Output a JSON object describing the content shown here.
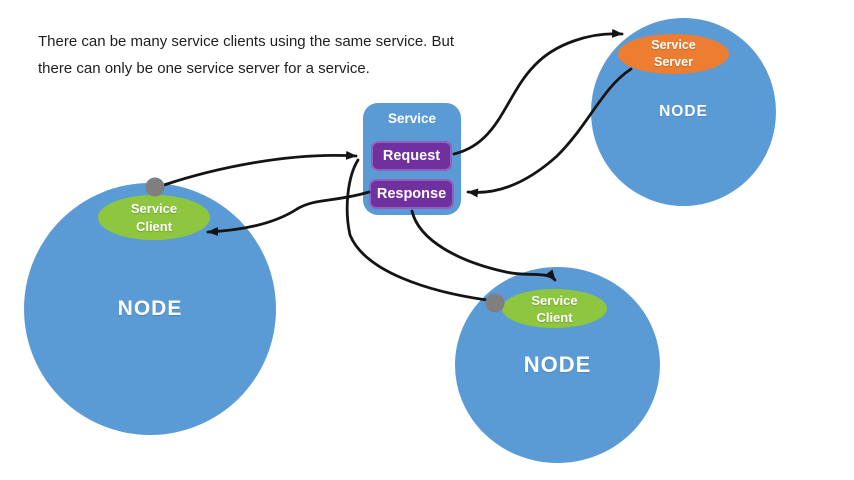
{
  "caption": {
    "line1": "There can be many service clients using the same service. But",
    "line2": "there can only be one service server for a service."
  },
  "service_box": {
    "title": "Service",
    "request_label": "Request",
    "response_label": "Response"
  },
  "nodes": [
    {
      "position": "left",
      "label": "NODE",
      "attachment": {
        "kind": "service-client",
        "line1": "Service",
        "line2": "Client"
      }
    },
    {
      "position": "top-right",
      "label": "NODE",
      "attachment": {
        "kind": "service-server",
        "line1": "Service",
        "line2": "Server"
      }
    },
    {
      "position": "bottom-center",
      "label": "NODE",
      "attachment": {
        "kind": "service-client",
        "line1": "Service",
        "line2": "Client"
      }
    }
  ],
  "connections": [
    {
      "from": "left-service-client",
      "to": "request",
      "arrowhead_at": "request"
    },
    {
      "from": "bottom-service-client",
      "to": "request",
      "arrowhead_at": "request"
    },
    {
      "from": "request",
      "to": "service-server",
      "arrowhead_at": "service-server"
    },
    {
      "from": "service-server",
      "to": "response",
      "arrowhead_at": "response"
    },
    {
      "from": "response",
      "to": "left-service-client",
      "arrowhead_at": "left-service-client"
    },
    {
      "from": "response",
      "to": "bottom-service-client",
      "arrowhead_at": "bottom-service-client"
    }
  ],
  "colors": {
    "background": "#ffffff",
    "node_blue": "#5b9bd5",
    "client_green": "#8ec63f",
    "server_orange": "#ed7d31",
    "message_purple": "#7030a0",
    "purple_border": "#9460c0",
    "connector_gray": "#7f7f7f",
    "arrow_black": "#141414",
    "text_dark": "#1f1f1f",
    "text_light": "#ffffff"
  }
}
